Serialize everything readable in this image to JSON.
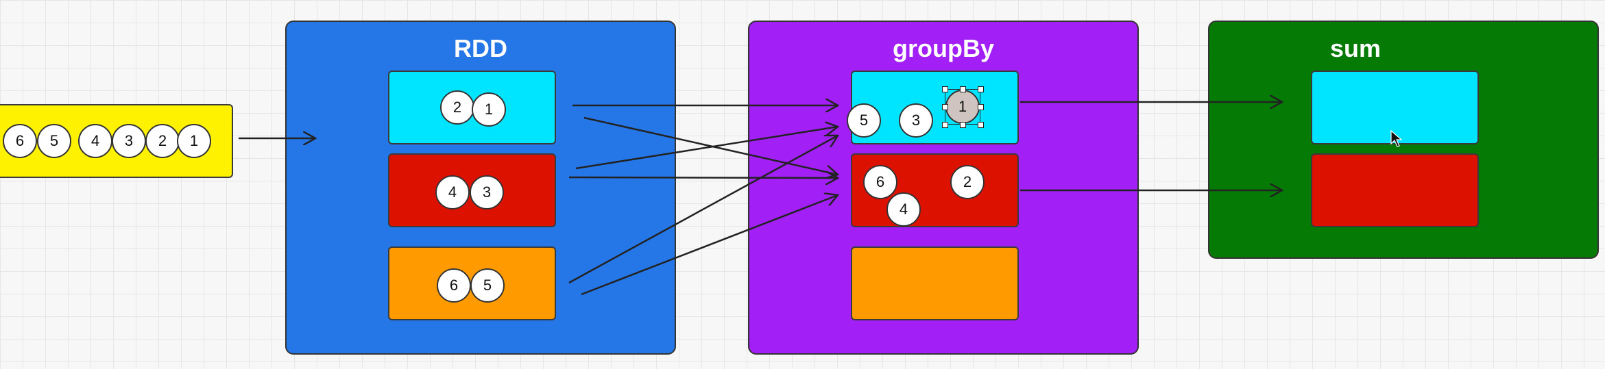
{
  "input": {
    "balls": [
      "6",
      "5",
      "4",
      "3",
      "2",
      "1"
    ]
  },
  "rdd": {
    "title": "RDD",
    "partitions": [
      {
        "balls": [
          "2",
          "1"
        ]
      },
      {
        "balls": [
          "4",
          "3"
        ]
      },
      {
        "balls": [
          "6",
          "5"
        ]
      }
    ]
  },
  "groupby": {
    "title": "groupBy",
    "partitions": [
      {
        "balls": [
          "5",
          "3",
          "1"
        ]
      },
      {
        "balls": [
          "6",
          "2",
          "4"
        ]
      },
      {
        "balls": []
      }
    ]
  },
  "sum": {
    "title": "sum",
    "partitions": [
      {
        "balls": []
      },
      {
        "balls": []
      }
    ]
  },
  "colors": {
    "input": "#fff200",
    "rdd": "#2577e8",
    "groupby": "#a21ff5",
    "sum": "#057a05",
    "cyan": "#00e5ff",
    "red": "#dd1100",
    "orange": "#ff9a00"
  }
}
